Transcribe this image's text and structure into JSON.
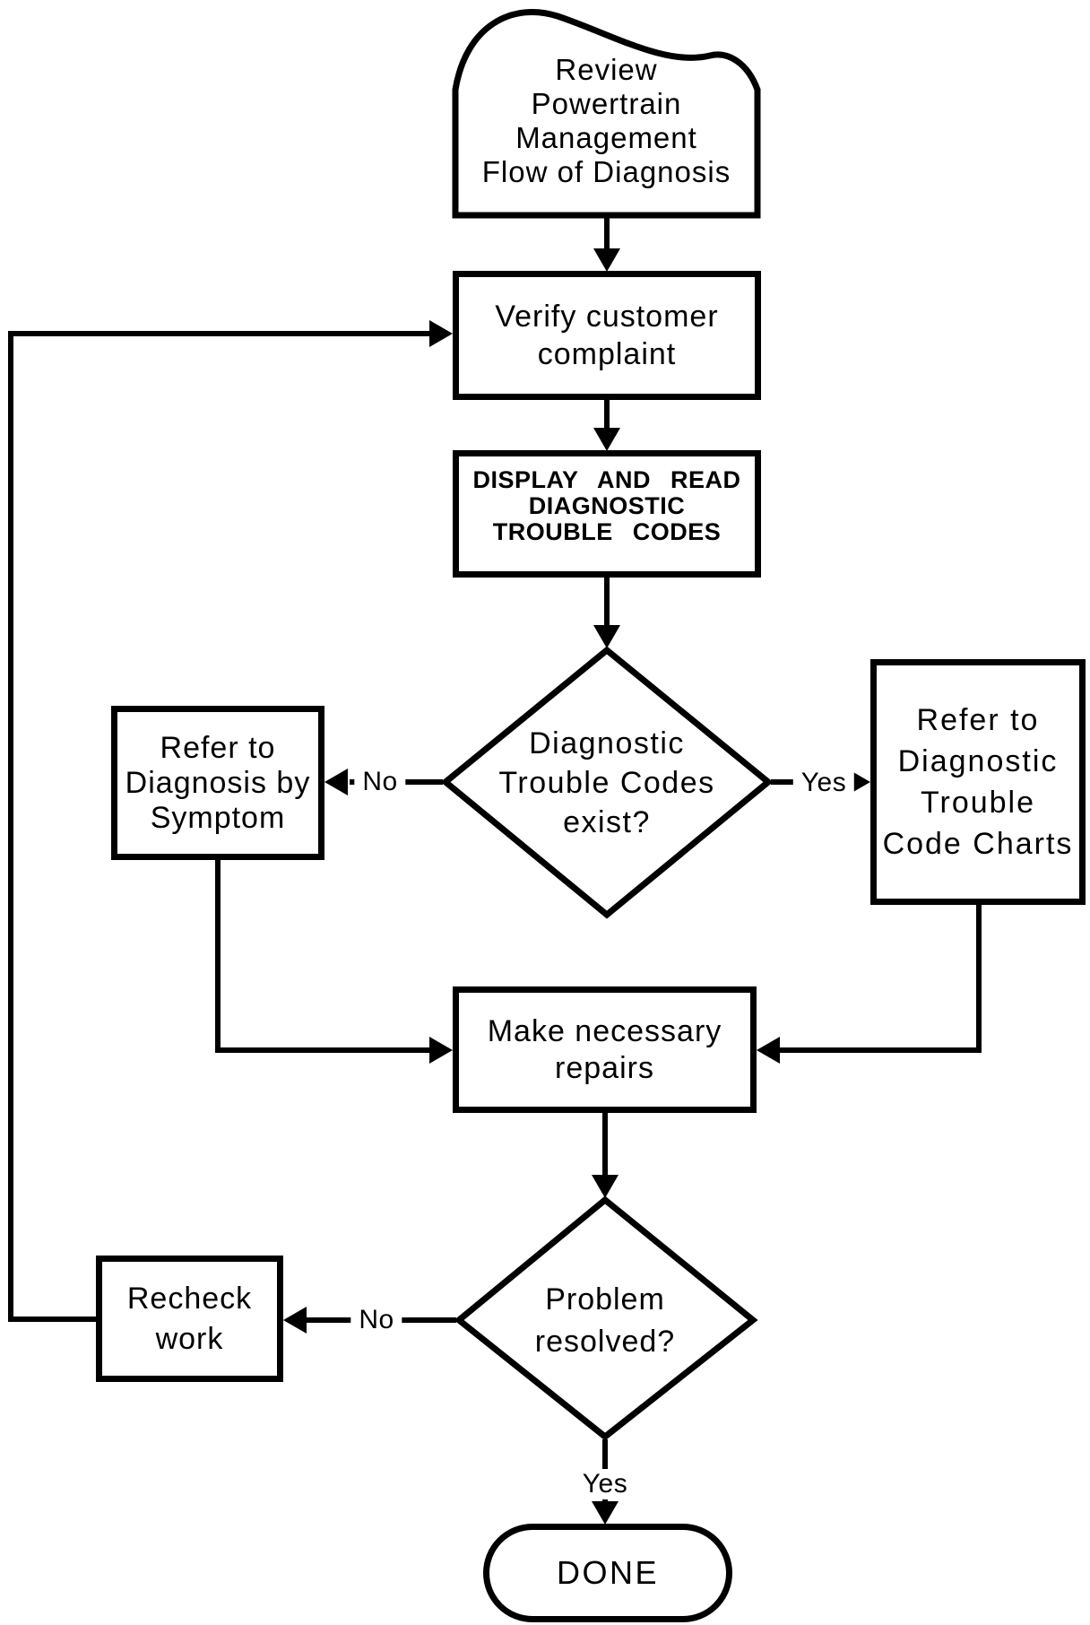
{
  "title": "Powertrain diagnosis flowchart",
  "colors": {
    "stroke": "#000000",
    "background": "#ffffff"
  },
  "nodes": {
    "review_document": {
      "lines": [
        "Review",
        "Powertrain",
        "Management",
        "Flow of Diagnosis"
      ]
    },
    "verify_complaint": {
      "lines": [
        "Verify customer",
        "complaint"
      ]
    },
    "display_read_dtc": {
      "lines": [
        "DISPLAY AND READ",
        "DIAGNOSTIC",
        "TROUBLE CODES"
      ]
    },
    "dtc_exist_decision": {
      "lines": [
        "Diagnostic",
        "Trouble Codes",
        "exist?"
      ]
    },
    "diagnosis_by_symptom": {
      "lines": [
        "Refer to",
        "Diagnosis by",
        "Symptom"
      ]
    },
    "dtc_code_charts": {
      "lines": [
        "Refer to",
        "Diagnostic",
        "Trouble",
        "Code Charts"
      ]
    },
    "make_repairs": {
      "lines": [
        "Make necessary",
        "repairs"
      ]
    },
    "problem_resolved_decision": {
      "lines": [
        "Problem",
        "resolved?"
      ]
    },
    "recheck_work": {
      "lines": [
        "Recheck",
        "work"
      ]
    },
    "done_terminal": {
      "label": "DONE"
    }
  },
  "edge_labels": {
    "dtc_no": "No",
    "dtc_yes": "Yes",
    "resolved_no": "No",
    "resolved_yes": "Yes"
  }
}
